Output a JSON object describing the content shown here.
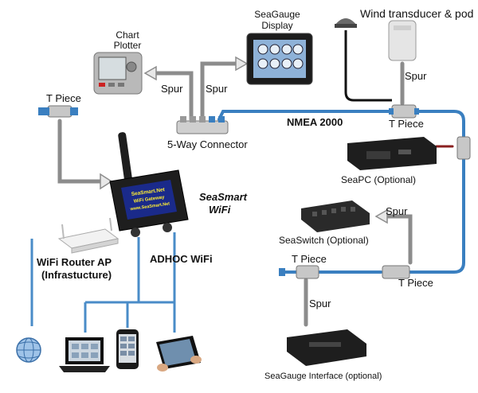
{
  "labels": {
    "chart_plotter_1": "Chart",
    "chart_plotter_2": "Plotter",
    "seagauge_display_1": "SeaGauge",
    "seagauge_display_2": "Display",
    "wind": "Wind transducer & pod",
    "spur": "Spur",
    "t_piece": "T Piece",
    "nmea": "NMEA 2000",
    "five_way": "5-Way Connector",
    "seapc": "SeaPC (Optional)",
    "seaswitch": "SeaSwitch (Optional)",
    "seasmart_1": "SeaSmart",
    "seasmart_2": "WiFi",
    "wifi_router_1": "WiFi Router AP",
    "wifi_router_2": "(Infrastucture)",
    "adhoc": "ADHOC WiFi",
    "seagauge_interface": "SeaGauge Interface (optional)"
  },
  "gateway_screen": {
    "line1": "SeaSmart.Net",
    "line2": "WiFi Gateway",
    "line3": "www.SeaSmart.Net"
  },
  "colors": {
    "backbone": "#3a7fc0",
    "wifi_line": "#4a8cc8",
    "spur": "#8a8a8a",
    "device_dark": "#1e1e1e",
    "screen_blue": "#1a2a8a",
    "screen_text": "#ffee33"
  }
}
